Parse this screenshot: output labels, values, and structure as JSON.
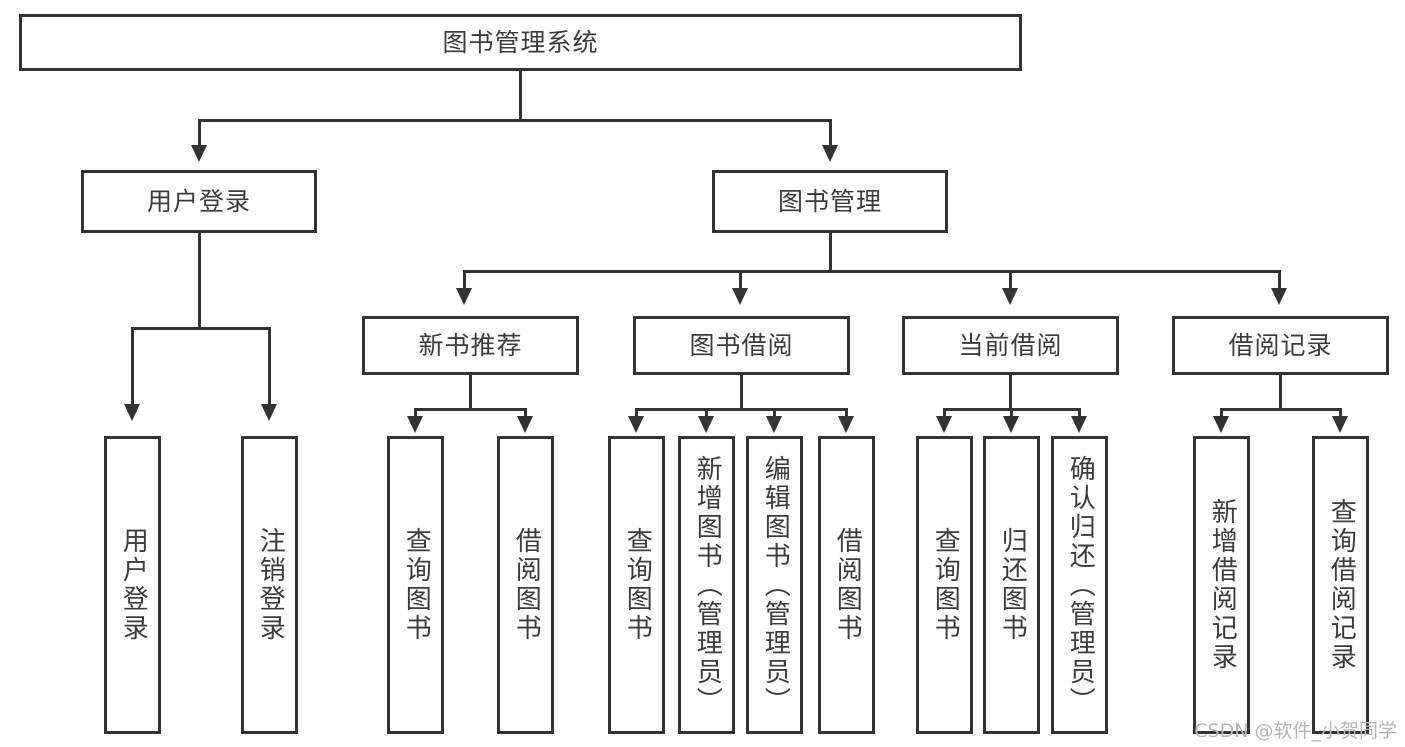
{
  "diagram": {
    "title": "图书管理系统",
    "watermark": "CSDN @软件_小贺同学",
    "line_color": "#333333",
    "text_color": "#3c3c3c",
    "background": "#ffffff",
    "levels": {
      "root": {
        "label": "图书管理系统"
      },
      "level2": [
        {
          "label": "用户登录"
        },
        {
          "label": "图书管理"
        }
      ],
      "level3": [
        {
          "label": "新书推荐"
        },
        {
          "label": "图书借阅"
        },
        {
          "label": "当前借阅"
        },
        {
          "label": "借阅记录"
        }
      ],
      "leaves": {
        "user_login": [
          {
            "label": "用户登录"
          },
          {
            "label": "注销登录"
          }
        ],
        "new_book_recommend": [
          {
            "label": "查询图书"
          },
          {
            "label": "借阅图书"
          }
        ],
        "book_borrow": [
          {
            "label": "查询图书"
          },
          {
            "label": "新增图书（管理员）"
          },
          {
            "label": "编辑图书（管理员）"
          },
          {
            "label": "借阅图书"
          }
        ],
        "current_borrow": [
          {
            "label": "查询图书"
          },
          {
            "label": "归还图书"
          },
          {
            "label": "确认归还（管理员）"
          }
        ],
        "borrow_record": [
          {
            "label": "新增借阅记录"
          },
          {
            "label": "查询借阅记录"
          }
        ]
      }
    }
  }
}
